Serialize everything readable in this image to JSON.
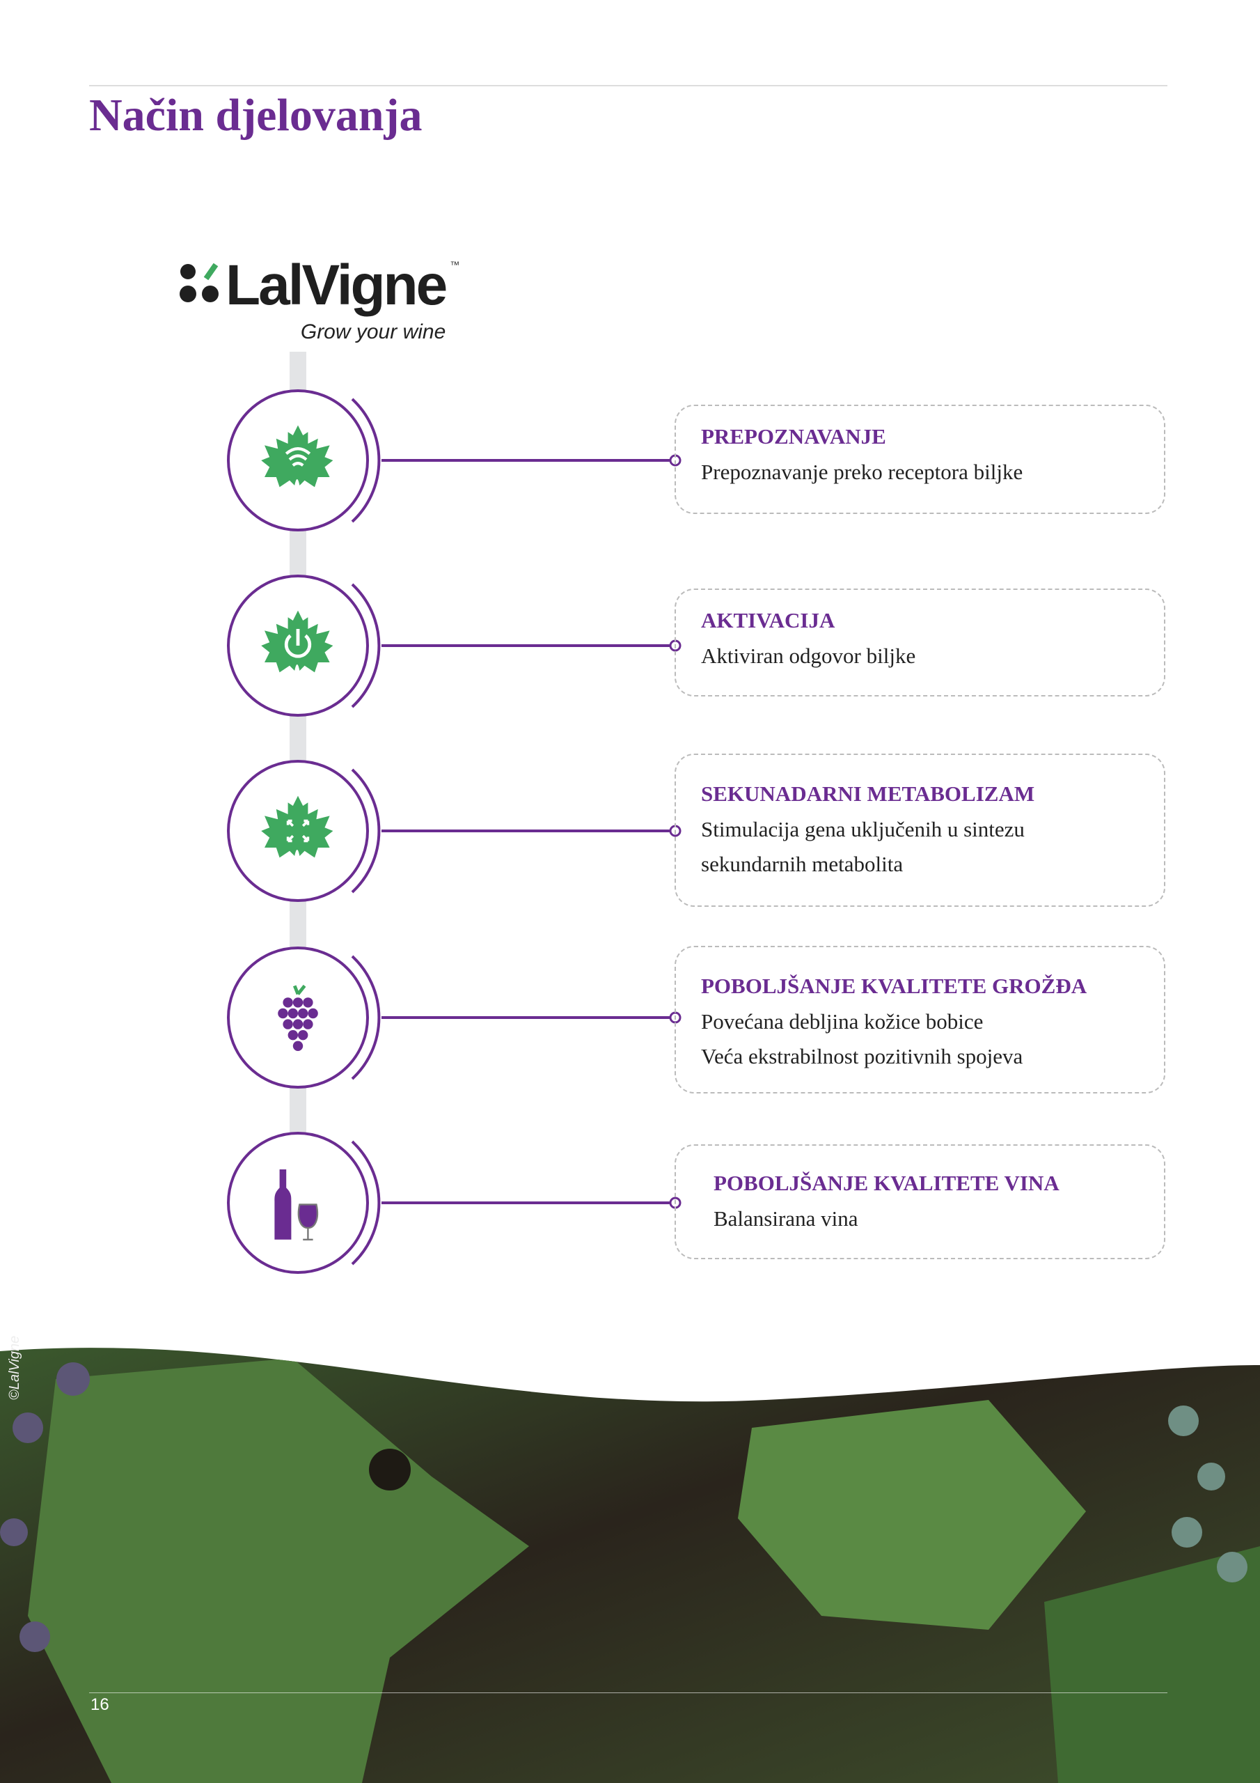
{
  "title": "Način djelovanja",
  "logo": {
    "name": "LalVigne",
    "tm": "™",
    "tagline": "Grow your wine"
  },
  "steps": [
    {
      "heading": "PREPOZNAVANJE",
      "lines": [
        "Prepoznavanje preko receptora biljke"
      ],
      "icon": "leaf-signal-icon"
    },
    {
      "heading": "AKTIVACIJA",
      "lines": [
        "Aktiviran odgovor biljke"
      ],
      "icon": "leaf-power-icon"
    },
    {
      "heading": "SEKUNADARNI METABOLIZAM",
      "lines": [
        "Stimulacija gena uključenih u sintezu",
        "sekundarnih metabolita"
      ],
      "icon": "leaf-arrows-icon"
    },
    {
      "heading": "POBOLJŠANJE KVALITETE GROŽĐA",
      "lines": [
        "Povećana debljina kožice bobice",
        "Veća ekstrabilnost pozitivnih spojeva"
      ],
      "icon": "grapes-icon"
    },
    {
      "heading": "POBOLJŠANJE KVALITETE VINA",
      "lines": [
        "Balansirana vina"
      ],
      "icon": "wine-bottle-glass-icon"
    }
  ],
  "footer": {
    "page_number": "16",
    "copyright": "©LalVigne"
  },
  "colors": {
    "purple": "#6a2c91",
    "green": "#3fa95f"
  }
}
